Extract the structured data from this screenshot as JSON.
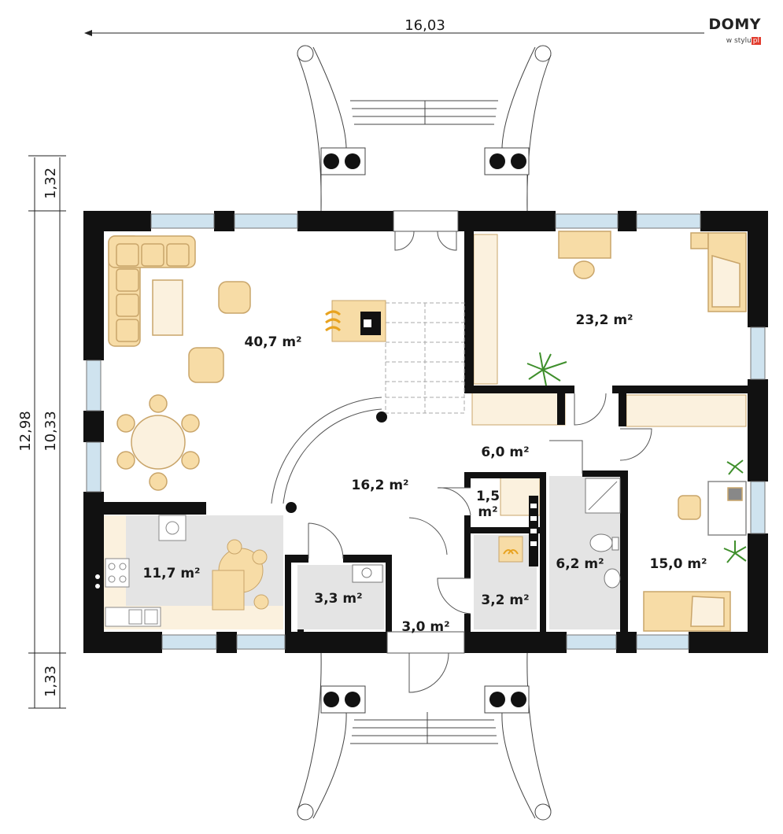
{
  "logo": {
    "main": "DOMY",
    "sub": "w stylu",
    "tag": "pl"
  },
  "dimensions": {
    "total_width": "16,03",
    "total_depth": "12,98",
    "body_depth": "10,33",
    "porch_top": "1,32",
    "porch_bottom": "1,33"
  },
  "rooms": {
    "living": "40,7 m²",
    "bedroom_large": "23,2 m²",
    "hall_upper": "6,0 m²",
    "hall_main": "16,2 m²",
    "closet": "1,5",
    "closet_unit": "m²",
    "kitchen": "11,7 m²",
    "pantry": "3,3 m²",
    "boiler": "3,2 m²",
    "vestibule": "3,0 m²",
    "bathroom": "6,2 m²",
    "bedroom_small": "15,0 m²"
  },
  "colors": {
    "wall": "#111111",
    "furniture": "#f7dca6",
    "furniture_stroke": "#c9a56a",
    "floor_grey": "#e4e4e4",
    "floor_cream": "#fbf1de",
    "window": "#cfe3ef",
    "plant": "#3f8f2c"
  }
}
